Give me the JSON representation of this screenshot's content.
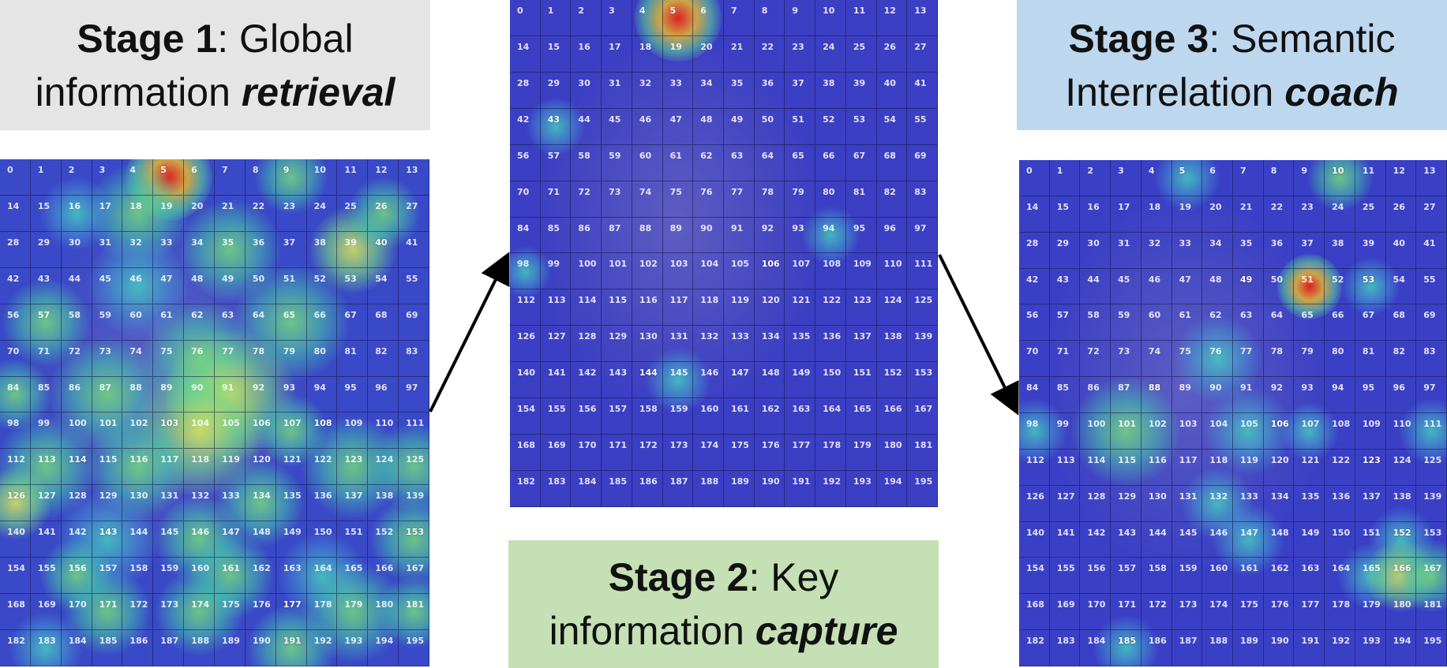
{
  "stage1": {
    "title": "Stage 1",
    "line1_rest": ": Global",
    "line2_plain": "information ",
    "line2_emph": "retrieval"
  },
  "stage2": {
    "title": "Stage 2",
    "line1_rest": ": Key",
    "line2_plain": "information ",
    "line2_emph": "capture"
  },
  "stage3": {
    "title": "Stage 3",
    "line1_rest": ": Semantic",
    "line2_plain": "Interrelation ",
    "line2_emph": "coach"
  },
  "grid": {
    "rows": 14,
    "cols": 14,
    "cell_labels": "0-195"
  },
  "colors": {
    "stage1_bg": "#e5e5e5",
    "stage2_bg": "#c5e0b4",
    "stage3_bg": "#bdd7ee",
    "heat_low": "#3a40c6",
    "heat_mid": "#3fd4a0",
    "heat_high": "#e02020",
    "arrow": "#000000"
  }
}
